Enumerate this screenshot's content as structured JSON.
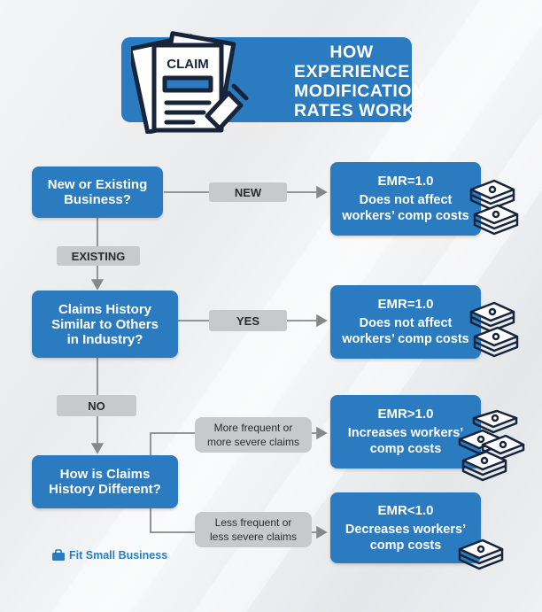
{
  "header": {
    "icon_label": "CLAIM",
    "title_lines": [
      "HOW",
      "EXPERIENCE",
      "MODIFICATION",
      "RATES WORK"
    ]
  },
  "questions": {
    "q1": [
      "New or Existing",
      "Business?"
    ],
    "q2": [
      "Claims History",
      "Similar to Others",
      "in Industry?"
    ],
    "q3": [
      "How is Claims",
      "History Different?"
    ]
  },
  "labels": {
    "new": "NEW",
    "existing": "EXISTING",
    "yes": "YES",
    "no": "NO",
    "more": [
      "More frequent or",
      "more severe claims"
    ],
    "less": [
      "Less frequent or",
      "less severe claims"
    ]
  },
  "results": {
    "r1": [
      "EMR=1.0",
      "Does not affect",
      "workers’ comp costs"
    ],
    "r2": [
      "EMR=1.0",
      "Does not affect",
      "workers’ comp costs"
    ],
    "r3": [
      "EMR>1.0",
      "Increases workers’",
      "comp costs"
    ],
    "r4": [
      "EMR<1.0",
      "Decreases workers’",
      "comp costs"
    ]
  },
  "footer": {
    "brand": "Fit Small Business"
  },
  "colors": {
    "primary": "#2a7bc0",
    "label_bg": "#c8c9cb",
    "line": "#888888"
  }
}
